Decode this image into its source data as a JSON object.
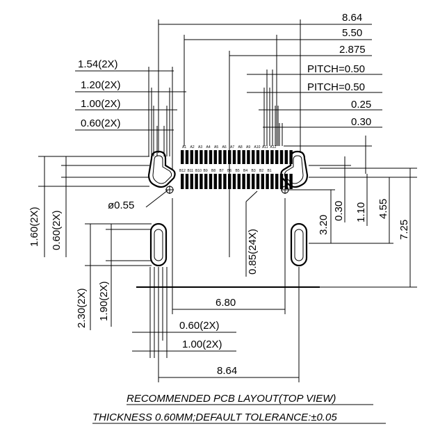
{
  "dimensions": {
    "top_overall": "8.64",
    "top_inner": "5.50",
    "top_half": "2.875",
    "pitch_a": "PITCH=0.50",
    "pitch_b": "PITCH=0.50",
    "pad_offset": "0.25",
    "pad_width": "0.30",
    "left_154": "1.54(2X)",
    "left_120": "1.20(2X)",
    "left_100": "1.00(2X)",
    "left_060": "0.60(2X)",
    "hole_dia": "ø0.55",
    "vert_160": "1.60(2X)",
    "vert_060": "0.60(2X)",
    "vert_230": "2.30(2X)",
    "vert_190": "1.90(2X)",
    "pad_length": "0.85(24X)",
    "right_320": "3.20",
    "right_030": "0.30",
    "right_110": "1.10",
    "right_455": "4.55",
    "right_725": "7.25",
    "bottom_680": "6.80",
    "bottom_060": "0.60(2X)",
    "bottom_100": "1.00(2X)",
    "bottom_overall": "8.64"
  },
  "pins": {
    "top_row": [
      "A1",
      "A2",
      "A3",
      "A4",
      "A5",
      "A6",
      "A7",
      "A8",
      "A9",
      "A10",
      "A11",
      "A12"
    ],
    "bottom_row": [
      "B12",
      "B11",
      "B10",
      "B9",
      "B8",
      "B7",
      "B6",
      "B5",
      "B4",
      "B3",
      "B2",
      "B1"
    ]
  },
  "caption": {
    "title": "RECOMMENDED PCB LAYOUT(TOP VIEW)",
    "subtitle": "THICKNESS 0.60MM;DEFAULT TOLERANCE:±0.05"
  }
}
